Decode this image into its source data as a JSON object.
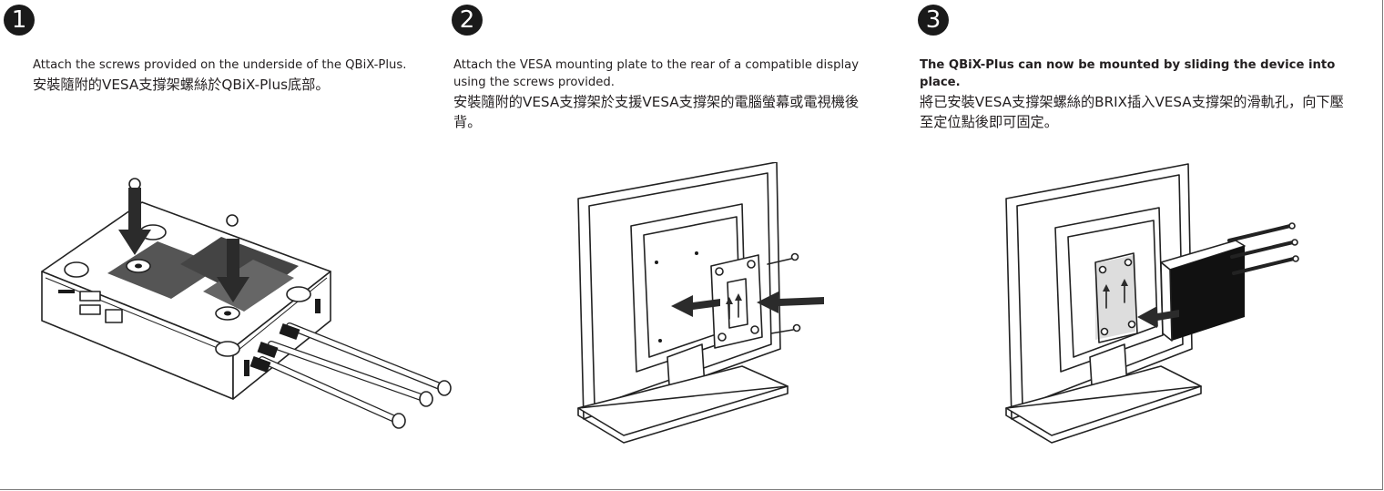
{
  "steps": [
    {
      "number": "1",
      "en": "Attach the screws provided on the underside of the QBiX-Plus.",
      "zh": "安裝隨附的VESA支撐架螺絲於QBiX-Plus底部。",
      "en_bold": false
    },
    {
      "number": "2",
      "en": "Attach the VESA mounting plate to the rear of a compatible display using the screws provided.",
      "zh": "安裝隨附的VESA支撐架於支援VESA支撐架的電腦螢幕或電視機後背。",
      "en_bold": false
    },
    {
      "number": "3",
      "en": "The QBiX-Plus can now be mounted by sliding the device into place.",
      "zh": "將已安裝VESA支撐架螺絲的BRIX插入VESA支撐架的滑軌孔，向下壓至定位點後即可固定。",
      "en_bold": true
    }
  ],
  "icons": {
    "step1": "device-screw-illustration",
    "step2": "vesa-plate-illustration",
    "step3": "mounted-device-illustration"
  },
  "colors": {
    "badge": "#1a1a1a",
    "text": "#231f20",
    "frame": "#7a7a7a"
  }
}
